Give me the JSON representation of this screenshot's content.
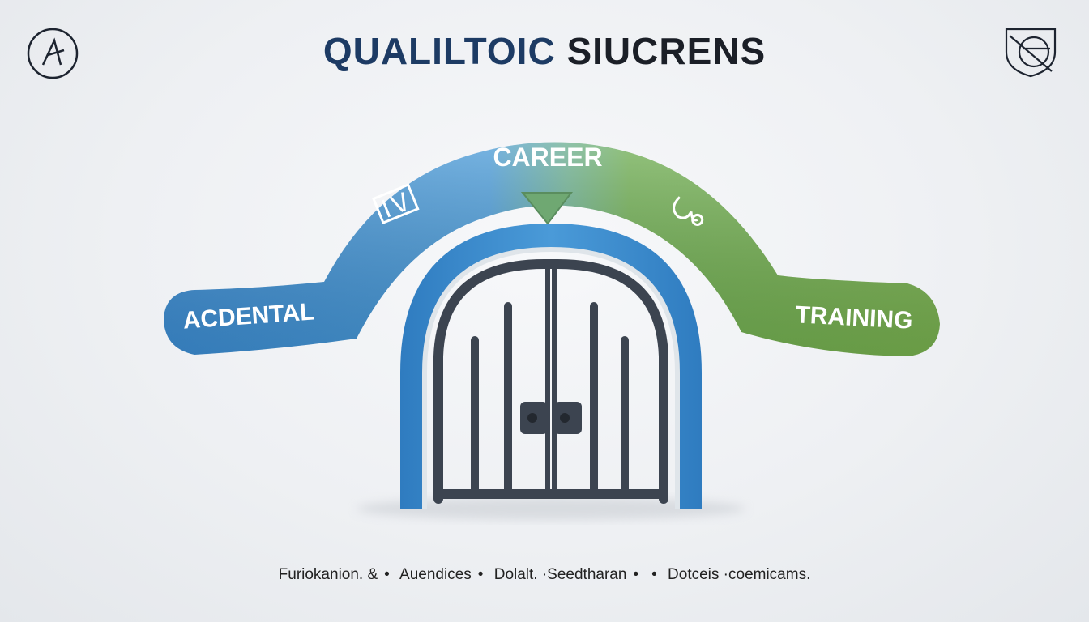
{
  "header": {
    "title_part1": "QUALILTOIC",
    "title_part2": "SIUCRENS"
  },
  "arch": {
    "left_label": "ACDENTAL",
    "center_label": "CAREER",
    "right_label": "TRAINING"
  },
  "footer": {
    "items": [
      "Furiokanion. &",
      "Auendices",
      "Dolalt.",
      "·Seedtharan",
      "",
      "Dotceis",
      "·coemicams."
    ]
  },
  "colors": {
    "blue": "#3e8fd1",
    "green": "#6aa84f",
    "gate_dark": "#3c4450",
    "title_dark_blue": "#1d3b64"
  }
}
